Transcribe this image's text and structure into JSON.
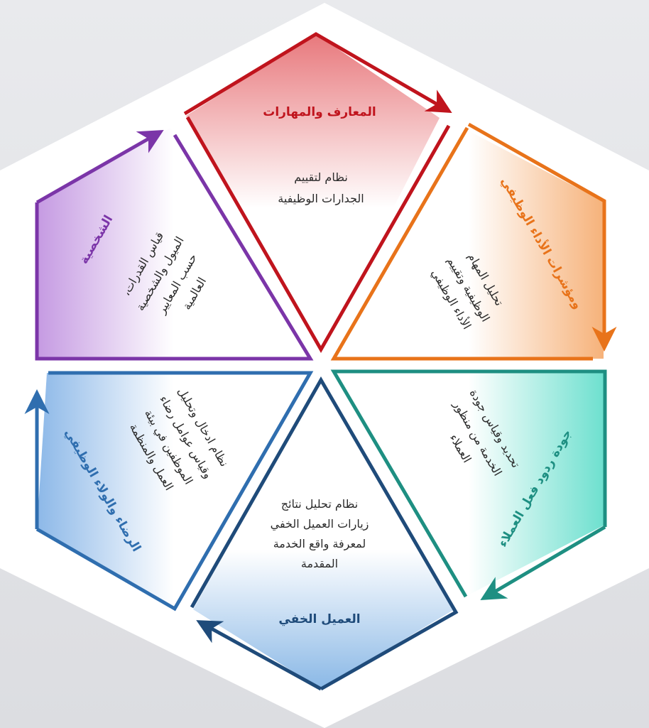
{
  "segments": [
    {
      "id": "knowledge",
      "title": "المعارف والمهارات",
      "description": [
        "نظام لتقييم",
        "الجدارات الوظيفية"
      ],
      "color": "#c0141d",
      "fill_color": "#e8787c"
    },
    {
      "id": "performance",
      "title": "ومؤشرات الأداء الوظيفي",
      "description": [
        "تحليل المهام",
        "الوظيفية وتقييم",
        "الأداء الوظيفي"
      ],
      "color": "#e8731a",
      "fill_color": "#f6b27a"
    },
    {
      "id": "customer-feedback",
      "title": "جودة ردود فعل العملاء",
      "description": [
        "تحديد وقياس جودة",
        "الخدمة من منظور",
        "العملاء"
      ],
      "color": "#1e8f82",
      "fill_color": "#6ee0cf"
    },
    {
      "id": "mystery-shopper",
      "title": "العميل الخفي",
      "description": [
        "نظام تحليل نتائج",
        "زيارات العميل الخفي",
        "لمعرفة واقع الخدمة",
        "المقدمة"
      ],
      "color": "#1f4b7a",
      "fill_color": "#8ab8e6"
    },
    {
      "id": "satisfaction",
      "title": "الرضاء والولاء الوظيفي",
      "description": [
        "نظام ادخال وتحليل",
        "وقياس عوامل رضاء",
        "الموظفين في بيئة",
        "العمل والمنظمة"
      ],
      "color": "#2f6eaf",
      "fill_color": "#8cb8e8"
    },
    {
      "id": "personality",
      "title": "الشخصية",
      "description": [
        "قياس القدرات،",
        "الميول والشخصية",
        "حسب المعايير",
        "العالمية"
      ],
      "color": "#7b35a8",
      "fill_color": "#c59ae2"
    }
  ]
}
